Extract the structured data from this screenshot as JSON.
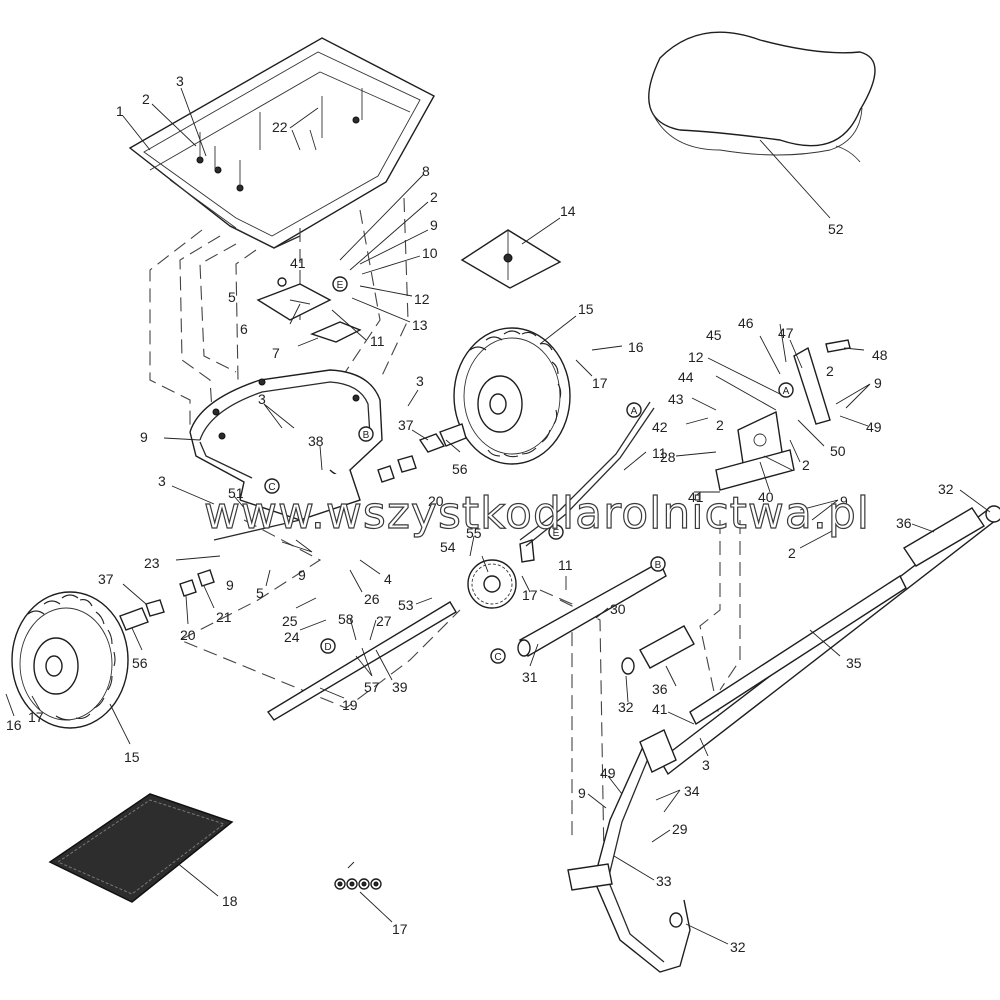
{
  "watermark": "www.wszystkodlarolnictwa.pl",
  "callouts": [
    {
      "id": "c-1",
      "text": "1"
    },
    {
      "id": "c-2a",
      "text": "2"
    },
    {
      "id": "c-3a",
      "text": "3"
    },
    {
      "id": "c-22",
      "text": "22"
    },
    {
      "id": "c-8",
      "text": "8"
    },
    {
      "id": "c-2b",
      "text": "2"
    },
    {
      "id": "c-9a",
      "text": "9"
    },
    {
      "id": "c-10",
      "text": "10"
    },
    {
      "id": "c-41a",
      "text": "41"
    },
    {
      "id": "c-12a",
      "text": "12"
    },
    {
      "id": "c-5a",
      "text": "5"
    },
    {
      "id": "c-13",
      "text": "13"
    },
    {
      "id": "c-6",
      "text": "6"
    },
    {
      "id": "c-11a",
      "text": "11"
    },
    {
      "id": "c-7",
      "text": "7"
    },
    {
      "id": "c-14",
      "text": "14"
    },
    {
      "id": "c-52",
      "text": "52"
    },
    {
      "id": "c-15a",
      "text": "15"
    },
    {
      "id": "c-16a",
      "text": "16"
    },
    {
      "id": "c-17a",
      "text": "17"
    },
    {
      "id": "c-3b",
      "text": "3"
    },
    {
      "id": "c-37a",
      "text": "37"
    },
    {
      "id": "c-56a",
      "text": "56"
    },
    {
      "id": "c-9b",
      "text": "9"
    },
    {
      "id": "c-3c",
      "text": "3"
    },
    {
      "id": "c-38",
      "text": "38"
    },
    {
      "id": "c-3d",
      "text": "3"
    },
    {
      "id": "c-51",
      "text": "51"
    },
    {
      "id": "c-20a",
      "text": "20"
    },
    {
      "id": "c-23",
      "text": "23"
    },
    {
      "id": "c-9c",
      "text": "9"
    },
    {
      "id": "c-9d",
      "text": "9"
    },
    {
      "id": "c-5b",
      "text": "5"
    },
    {
      "id": "c-26",
      "text": "26"
    },
    {
      "id": "c-4",
      "text": "4"
    },
    {
      "id": "c-55",
      "text": "55"
    },
    {
      "id": "c-54",
      "text": "54"
    },
    {
      "id": "c-17b",
      "text": "17"
    },
    {
      "id": "c-37b",
      "text": "37"
    },
    {
      "id": "c-21",
      "text": "21"
    },
    {
      "id": "c-20b",
      "text": "20"
    },
    {
      "id": "c-56b",
      "text": "56"
    },
    {
      "id": "c-25",
      "text": "25"
    },
    {
      "id": "c-24",
      "text": "24"
    },
    {
      "id": "c-58",
      "text": "58"
    },
    {
      "id": "c-27",
      "text": "27"
    },
    {
      "id": "c-53",
      "text": "53"
    },
    {
      "id": "c-11b",
      "text": "11"
    },
    {
      "id": "c-30",
      "text": "30"
    },
    {
      "id": "c-31",
      "text": "31"
    },
    {
      "id": "c-16b",
      "text": "16"
    },
    {
      "id": "c-17c",
      "text": "17"
    },
    {
      "id": "c-15b",
      "text": "15"
    },
    {
      "id": "c-57",
      "text": "57"
    },
    {
      "id": "c-39",
      "text": "39"
    },
    {
      "id": "c-19",
      "text": "19"
    },
    {
      "id": "c-45",
      "text": "45"
    },
    {
      "id": "c-46",
      "text": "46"
    },
    {
      "id": "c-47",
      "text": "47"
    },
    {
      "id": "c-48",
      "text": "48"
    },
    {
      "id": "c-12b",
      "text": "12"
    },
    {
      "id": "c-44",
      "text": "44"
    },
    {
      "id": "c-43",
      "text": "43"
    },
    {
      "id": "c-42",
      "text": "42"
    },
    {
      "id": "c-2c",
      "text": "2"
    },
    {
      "id": "c-9e",
      "text": "9"
    },
    {
      "id": "c-49a",
      "text": "49"
    },
    {
      "id": "c-50",
      "text": "50"
    },
    {
      "id": "c-2d",
      "text": "2"
    },
    {
      "id": "c-11c",
      "text": "11"
    },
    {
      "id": "c-2e",
      "text": "2"
    },
    {
      "id": "c-40",
      "text": "40"
    },
    {
      "id": "c-41b",
      "text": "41"
    },
    {
      "id": "c-28",
      "text": "28"
    },
    {
      "id": "c-9f",
      "text": "9"
    },
    {
      "id": "c-2f",
      "text": "2"
    },
    {
      "id": "c-32a",
      "text": "32"
    },
    {
      "id": "c-36a",
      "text": "36"
    },
    {
      "id": "c-35",
      "text": "35"
    },
    {
      "id": "c-36b",
      "text": "36"
    },
    {
      "id": "c-32b",
      "text": "32"
    },
    {
      "id": "c-41c",
      "text": "41"
    },
    {
      "id": "c-3e",
      "text": "3"
    },
    {
      "id": "c-49b",
      "text": "49"
    },
    {
      "id": "c-9g",
      "text": "9"
    },
    {
      "id": "c-34",
      "text": "34"
    },
    {
      "id": "c-29",
      "text": "29"
    },
    {
      "id": "c-33",
      "text": "33"
    },
    {
      "id": "c-32c",
      "text": "32"
    },
    {
      "id": "c-18",
      "text": "18"
    },
    {
      "id": "c-17d",
      "text": "17"
    }
  ],
  "connectors": [
    {
      "id": "k-E1",
      "text": "E"
    },
    {
      "id": "k-B1",
      "text": "B"
    },
    {
      "id": "k-C1",
      "text": "C"
    },
    {
      "id": "k-A1",
      "text": "A"
    },
    {
      "id": "k-A2",
      "text": "A"
    },
    {
      "id": "k-E2",
      "text": "E"
    },
    {
      "id": "k-B2",
      "text": "B"
    },
    {
      "id": "k-C2",
      "text": "C"
    },
    {
      "id": "k-D",
      "text": "D"
    }
  ]
}
